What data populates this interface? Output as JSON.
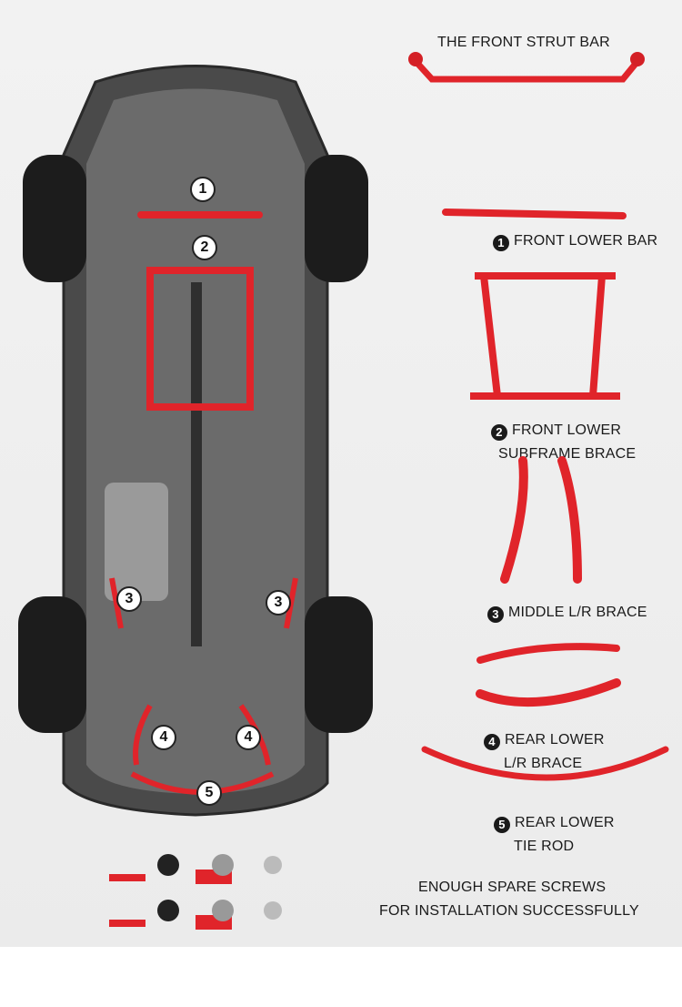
{
  "labels": {
    "strut_bar": "THE FRONT STRUT BAR",
    "front_lower_bar": "FRONT LOWER BAR",
    "subframe_line1": "FRONT LOWER",
    "subframe_line2": "SUBFRAME BRACE",
    "middle_brace": "MIDDLE L/R BRACE",
    "rear_brace_line1": "REAR LOWER",
    "rear_brace_line2": "L/R BRACE",
    "tie_rod_line1": "REAR LOWER",
    "tie_rod_line2": "TIE ROD",
    "screws_line1": "ENOUGH SPARE SCREWS",
    "screws_line2": "FOR INSTALLATION SUCCESSFULLY"
  },
  "markers": [
    "1",
    "2",
    "3",
    "3",
    "4",
    "4",
    "5"
  ],
  "colors": {
    "brace_red": "#e0242a",
    "chassis_dark": "#3a3a3a",
    "tire_black": "#1c1c1c"
  }
}
